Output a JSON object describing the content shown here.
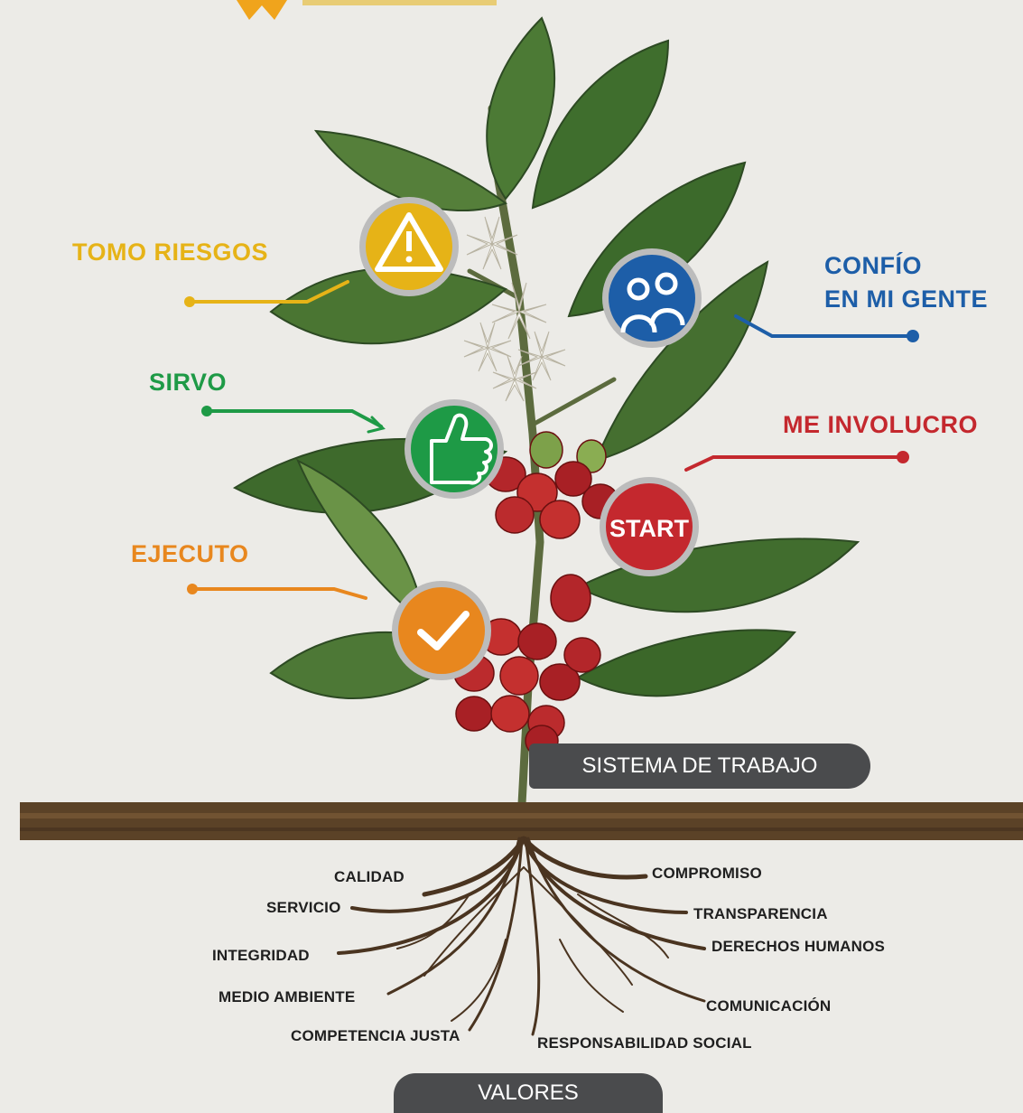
{
  "colors": {
    "yellow": "#e6b317",
    "blue": "#1d5ea8",
    "green": "#1e9a46",
    "red": "#c4282e",
    "orange": "#e8871e",
    "soil": "#5b4227",
    "banner": "#4a4b4d"
  },
  "work_system": {
    "banner": "SISTEMA DE TRABAJO",
    "items": [
      {
        "label": "TOMO RIESGOS",
        "icon": "warning-icon",
        "color": "yellow"
      },
      {
        "label": "CONFÍO",
        "label2": "EN MI GENTE",
        "icon": "people-icon",
        "color": "blue"
      },
      {
        "label": "SIRVO",
        "icon": "thumbs-up-icon",
        "color": "green"
      },
      {
        "label": "ME INVOLUCRO",
        "icon": "start-icon",
        "icon_text": "START",
        "color": "red"
      },
      {
        "label": "EJECUTO",
        "icon": "checkmark-icon",
        "color": "orange"
      }
    ]
  },
  "values": {
    "banner": "VALORES",
    "left": [
      "CALIDAD",
      "SERVICIO",
      "INTEGRIDAD",
      "MEDIO AMBIENTE",
      "COMPETENCIA JUSTA"
    ],
    "right": [
      "COMPROMISO",
      "TRANSPARENCIA",
      "DERECHOS HUMANOS",
      "COMUNICACIÓN",
      "RESPONSABILIDAD SOCIAL"
    ]
  }
}
